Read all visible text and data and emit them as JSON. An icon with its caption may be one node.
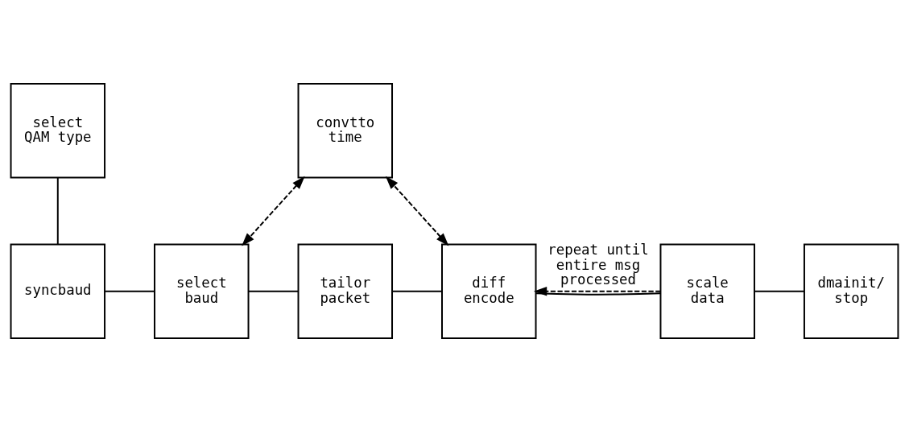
{
  "diagram": {
    "nodes": [
      {
        "text": [
          "select QAM type"
        ]
      },
      {
        "text": [
          "convtto time"
        ]
      },
      {
        "text": [
          "syncbaud"
        ]
      },
      {
        "text": [
          "select baud"
        ]
      },
      {
        "text": [
          "tailor packet"
        ]
      },
      {
        "text": [
          "diff encode"
        ]
      },
      {
        "text": [
          "scale data"
        ]
      },
      {
        "text": [
          "dmainit/ stop"
        ]
      }
    ],
    "edges": [
      {
        "from": 0,
        "to": 2,
        "arrow": "none"
      },
      {
        "from": 1,
        "to": 3,
        "arrow": "both",
        "style": "dashed"
      },
      {
        "from": 5,
        "to": 1,
        "arrow": "both",
        "style": "dashed"
      },
      {
        "from": 6,
        "to": 5,
        "arrow": "to",
        "style": "dashed",
        "label": "repeat until entire msg processed"
      },
      {
        "from": 2,
        "to": 3,
        "arrow": "none"
      },
      {
        "from": 3,
        "to": 4,
        "arrow": "none"
      },
      {
        "from": 4,
        "to": 5,
        "arrow": "none"
      },
      {
        "from": 5,
        "to": 6,
        "arrow": "none"
      },
      {
        "from": 6,
        "to": 7,
        "arrow": "none"
      }
    ]
  }
}
